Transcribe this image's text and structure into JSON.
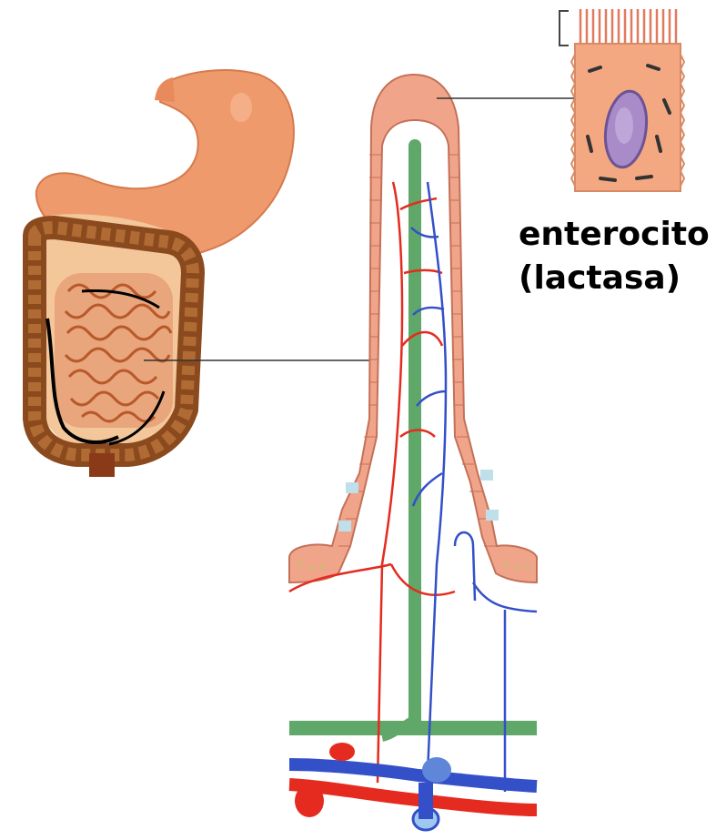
{
  "labels": {
    "enterocyte_line1": "enterocito",
    "enterocyte_line2": "(lactasa)"
  },
  "colors": {
    "stomach": "#ef9a6c",
    "intestine_brown": "#8a4a1e",
    "villus_epithelium": "#f0a58a",
    "artery_red": "#e52b1f",
    "vein_blue": "#3450c8",
    "lymph_green": "#5fa86a",
    "nucleus_purple": "#a88bc8"
  },
  "icons": [
    "stomach-illustration",
    "intestine-illustration",
    "villus-illustration",
    "enterocyte-cell-illustration"
  ]
}
